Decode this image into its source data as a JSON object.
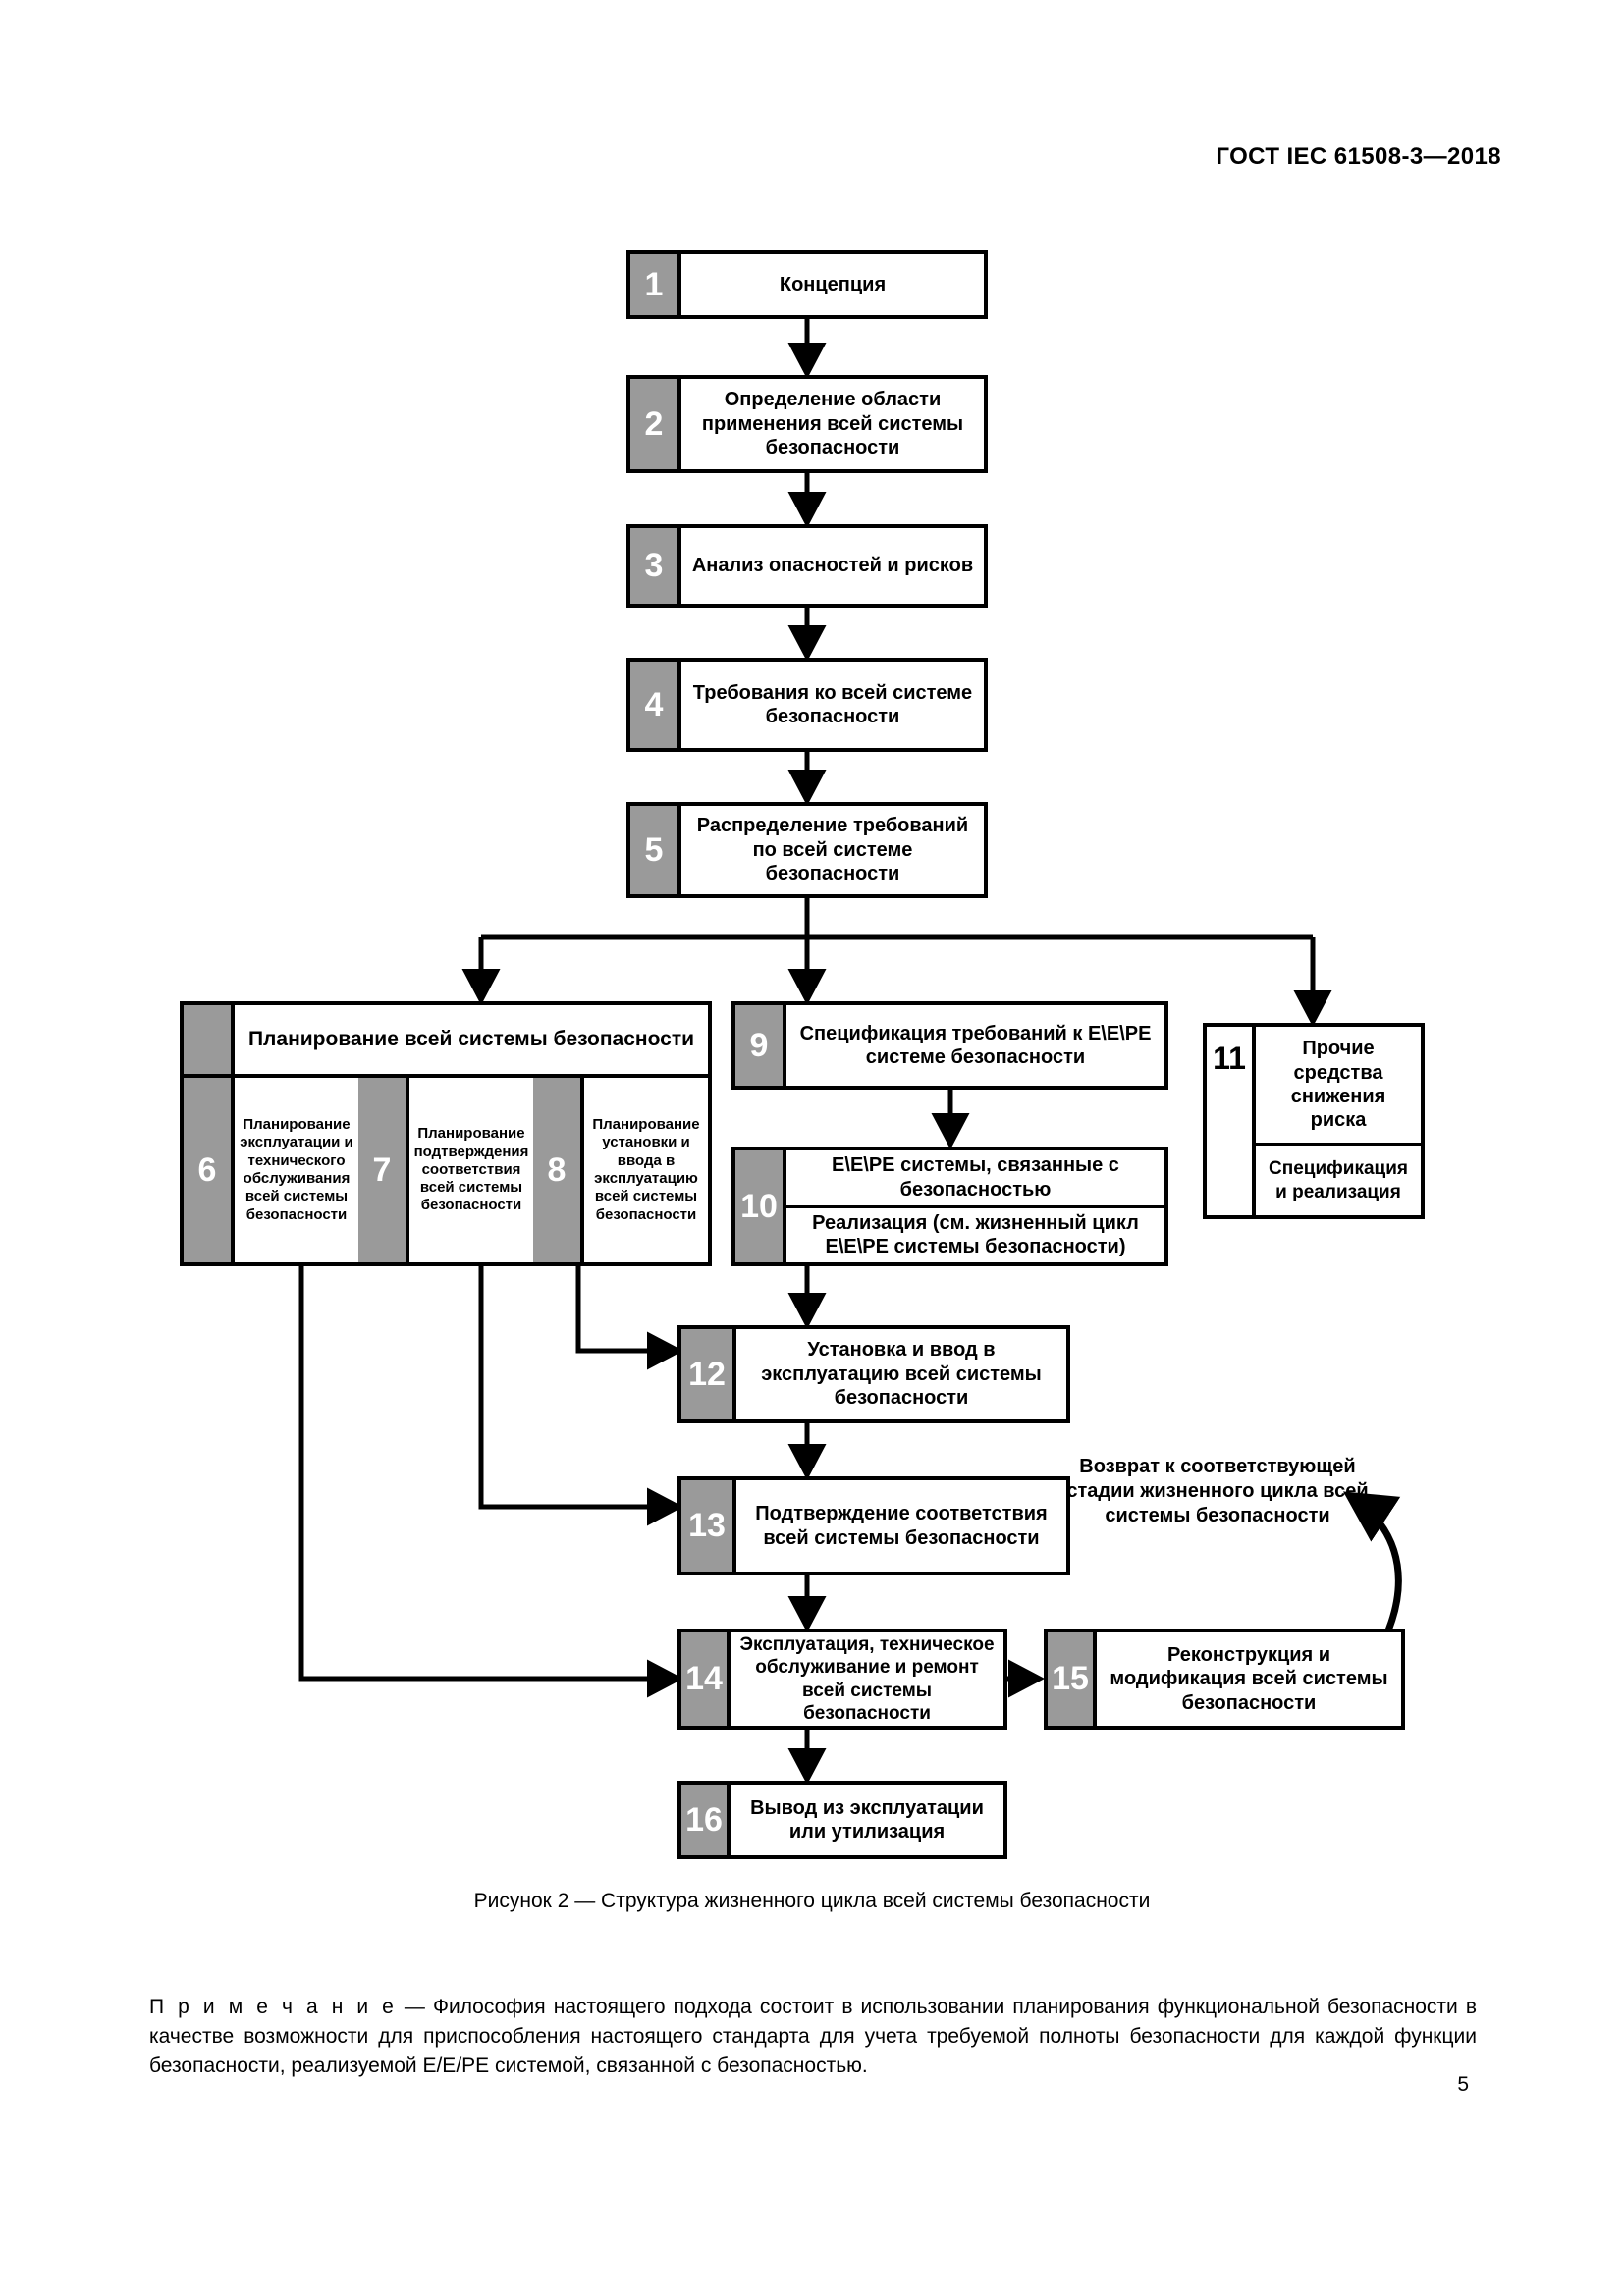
{
  "header": {
    "standard": "ГОСТ IEC 61508-3—2018"
  },
  "figure": {
    "caption": "Рисунок 2 — Структура жизненного цикла всей системы безопасности",
    "boxes": [
      {
        "num": "1",
        "text": "Концепция"
      },
      {
        "num": "2",
        "text": "Определение области применения всей системы безопасности"
      },
      {
        "num": "3",
        "text": "Анализ опасностей и рисков"
      },
      {
        "num": "4",
        "text": "Требования ко всей системе безопасности"
      },
      {
        "num": "5",
        "text": "Распределение требований по всей системе безопасности"
      },
      {
        "num": "9",
        "text": "Спецификация требований к E\\E\\PE системе безопасности"
      },
      {
        "num": "12",
        "text": "Установка и ввод в эксплуатацию всей системы безопасности"
      },
      {
        "num": "13",
        "text": "Подтверждение соответствия всей системы безопасности"
      },
      {
        "num": "14",
        "text": "Эксплуатация, техническое обслуживание и ремонт всей системы безопасности"
      },
      {
        "num": "15",
        "text": "Реконструкция и модификация всей системы безопасности"
      },
      {
        "num": "16",
        "text": "Вывод из эксплуатации или утилизация"
      }
    ],
    "planning": {
      "title": "Планирование всей системы безопасности",
      "columns": [
        {
          "num": "6",
          "text": "Планирование эксплуатации и технического обслуживания всей системы безопасности"
        },
        {
          "num": "7",
          "text": "Планирование подтверждения соответствия всей системы безопасности"
        },
        {
          "num": "8",
          "text": "Планирование установки и ввода в эксплуатацию всей системы безопасности"
        }
      ]
    },
    "box10": {
      "num": "10",
      "line1": "E\\E\\PE системы, связанные с безопасностью",
      "line2": "Реализация (см. жизненный цикл E\\E\\PE системы безопасности)"
    },
    "box11": {
      "num": "11",
      "line1": "Прочие средства снижения риска",
      "line2": "Спецификация и реализация"
    },
    "return_note": "Возврат к соответствующей стадии жизненного цикла всей системы безопасности"
  },
  "note": {
    "lead": "П р и м е ч а н и е",
    "body": " — Философия настоящего подхода состоит в использовании планирования функциональной безопасности в качестве возможности для приспособления настоящего стандарта для учета требуемой полноты безопасности для каждой функции безопасности, реализуемой E/E/PE системой, связанной с безопасностью."
  },
  "folio": "5",
  "colors": {
    "number_fill": "#9a9a9a",
    "line": "#000000",
    "page": "#ffffff"
  }
}
